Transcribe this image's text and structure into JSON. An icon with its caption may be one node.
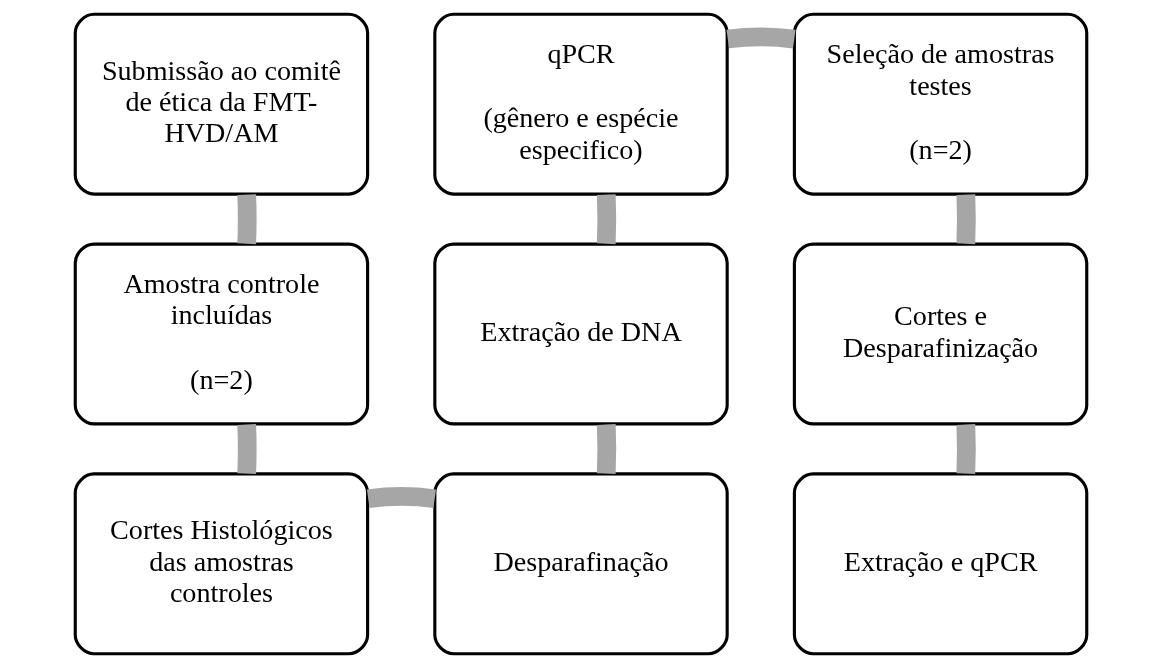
{
  "diagram": {
    "nodes": [
      {
        "text": [
          "Submissão ao comitê de ética da FMT-HVD/AM"
        ]
      },
      {
        "text": [
          "Amostra controle incluídas",
          "(n=2)"
        ]
      },
      {
        "text": [
          "Cortes Histológicos das amostras controles"
        ]
      },
      {
        "text": [
          "Desparafinação"
        ]
      },
      {
        "text": [
          "Extração de DNA"
        ]
      },
      {
        "text": [
          "qPCR",
          "(gênero e espécie especifico)"
        ]
      },
      {
        "text": [
          "Seleção de amostras testes",
          "(n=2)"
        ]
      },
      {
        "text": [
          "Cortes e Desparafinização"
        ]
      },
      {
        "text": [
          "Extração e qPCR"
        ]
      }
    ],
    "edges": [
      {
        "from": 0,
        "to": 1,
        "arrow": "none"
      },
      {
        "from": 1,
        "to": 2,
        "arrow": "none"
      },
      {
        "from": 2,
        "to": 3,
        "arrow": "none"
      },
      {
        "from": 3,
        "to": 4,
        "arrow": "none"
      },
      {
        "from": 4,
        "to": 5,
        "arrow": "none"
      },
      {
        "from": 5,
        "to": 6,
        "arrow": "none"
      },
      {
        "from": 6,
        "to": 7,
        "arrow": "none"
      },
      {
        "from": 7,
        "to": 8,
        "arrow": "none"
      }
    ]
  }
}
